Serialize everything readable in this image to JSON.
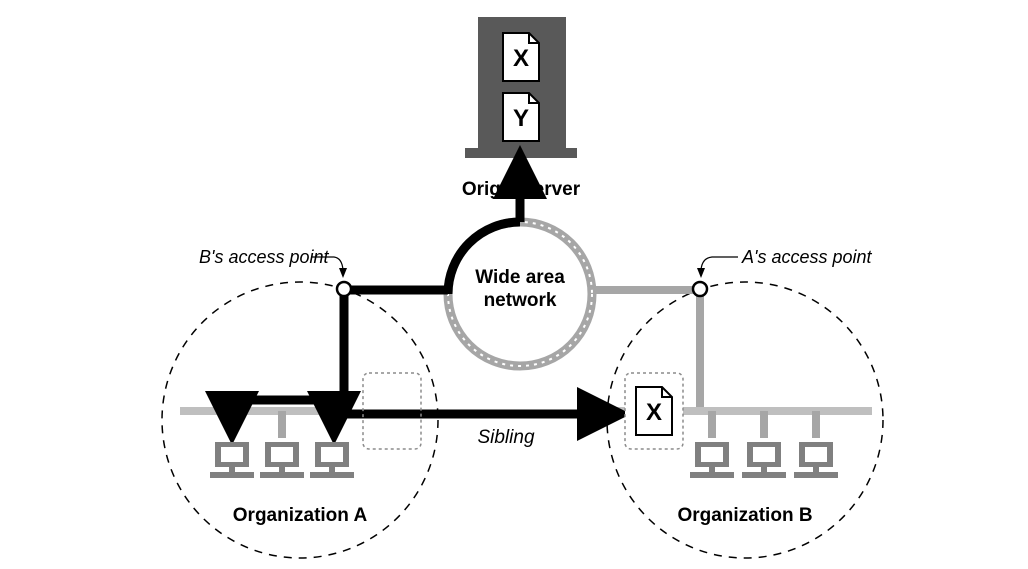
{
  "server": {
    "label": "Origin server",
    "documents": [
      "X",
      "Y"
    ]
  },
  "wan": {
    "line1": "Wide area",
    "line2": "network"
  },
  "access_points": {
    "b": "B's access point",
    "a": "A's access point"
  },
  "sibling": {
    "label": "Sibling",
    "cached_document": "X"
  },
  "organizations": {
    "a": "Organization A",
    "b": "Organization B"
  },
  "colors": {
    "black_path": "#000000",
    "gray_path": "#a6a6a6",
    "server_fill": "#595959",
    "computer_fill": "#808080",
    "bus_fill": "#bfbfbf"
  }
}
